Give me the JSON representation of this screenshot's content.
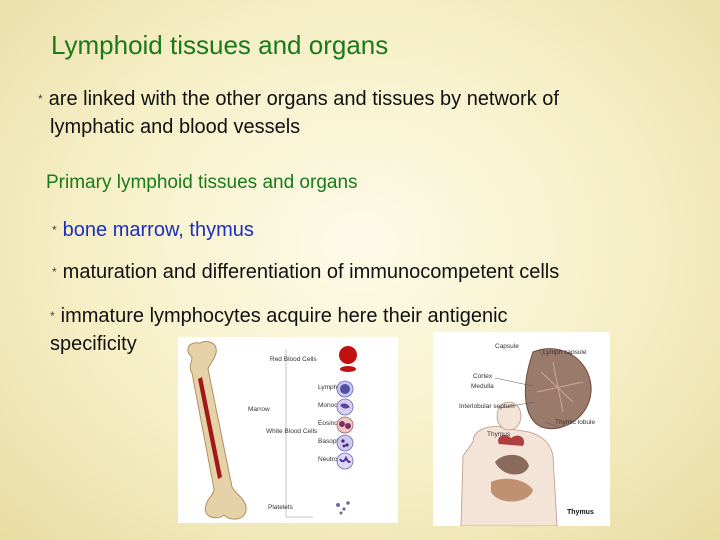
{
  "title": "Lymphoid tissues and organs",
  "intro": {
    "bullet": "*",
    "line1": "are linked with the other organs and tissues by network of",
    "line2": "lymphatic and blood vessels"
  },
  "primary": {
    "heading": "Primary lymphoid tissues and organs",
    "bullets": [
      "bone marrow, thymus",
      "maturation and differentiation of immunocompetent cells",
      "immature lymphocytes acquire here their antigenic",
      "specificity"
    ]
  },
  "bone_figure": {
    "labels": [
      "Red Blood Cells",
      "Lymphocyte",
      "Monocyte",
      "Eosinophil",
      "Basophil",
      "Neutrophil",
      "Marrow",
      "White Blood Cells",
      "Platelets"
    ]
  },
  "thymus_figure": {
    "labels": [
      "Capsule",
      "Lymph capsule",
      "Cortex",
      "Medulla",
      "Interlobular septum",
      "Thymic lobule",
      "Thymus",
      "Thymus"
    ]
  },
  "colors": {
    "title": "#1a7a1a",
    "subtitle": "#1a7a1a",
    "highlight": "#1a2fbf",
    "text": "#111111"
  }
}
